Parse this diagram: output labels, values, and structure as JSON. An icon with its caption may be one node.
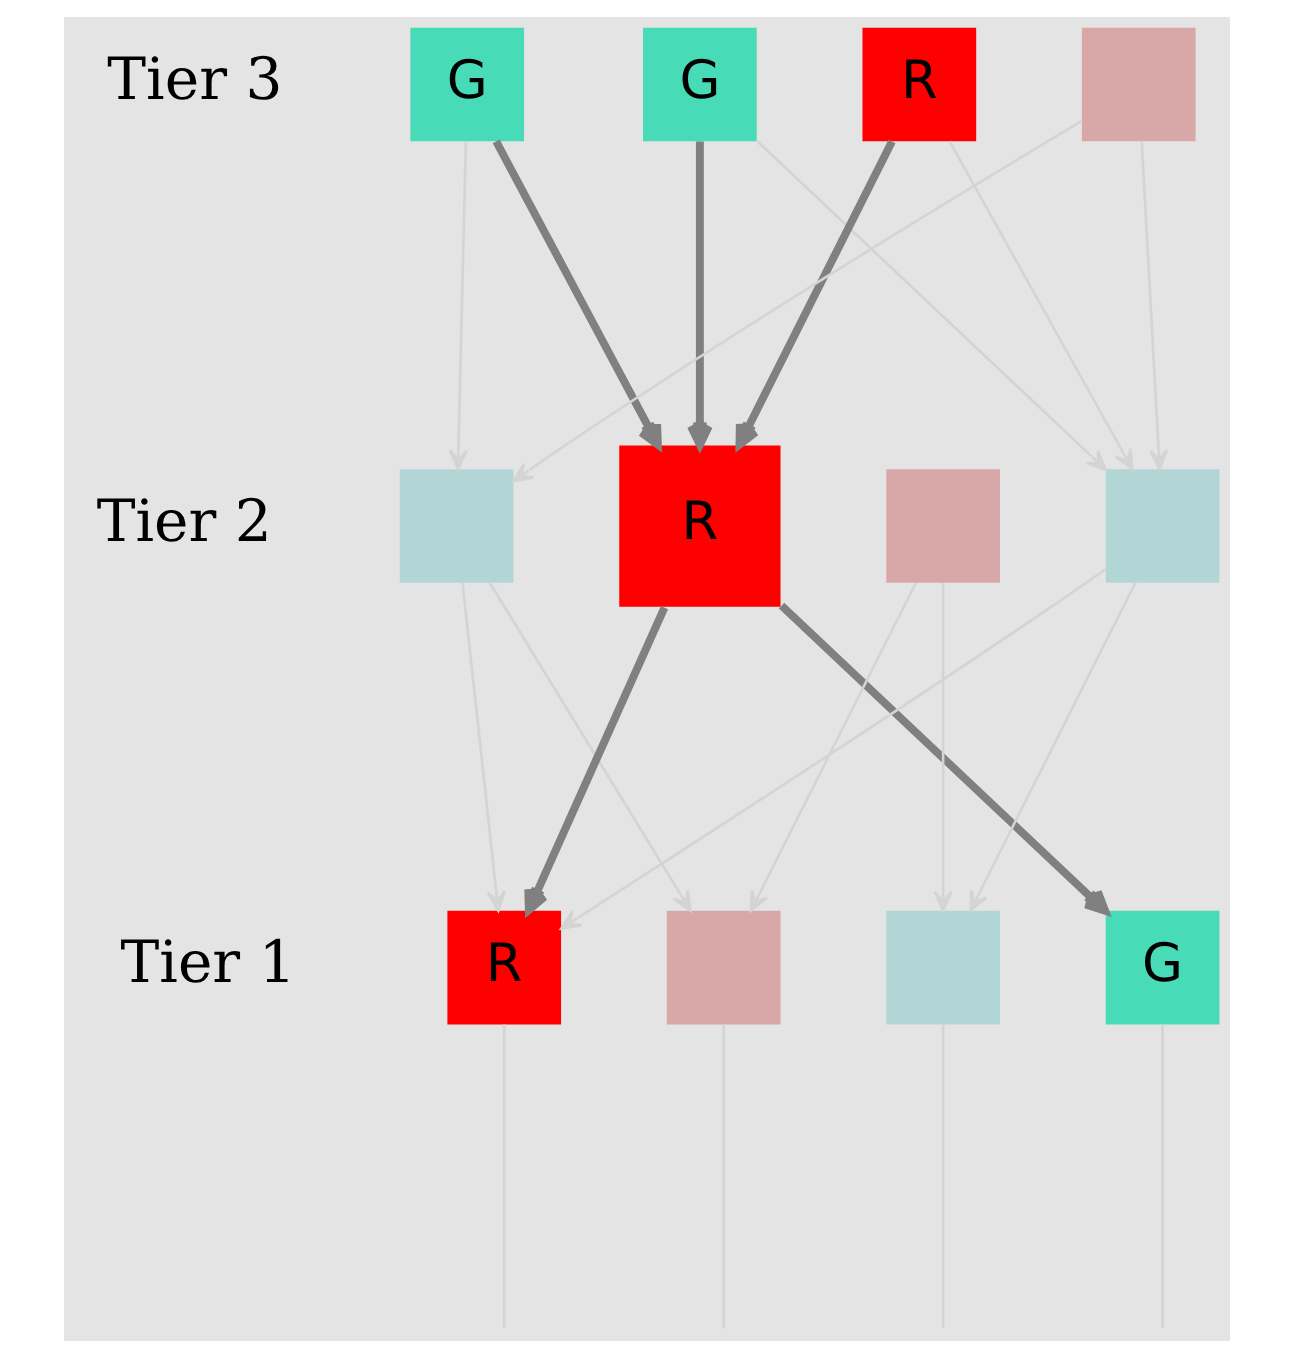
{
  "diagram": {
    "nodes": [
      {
        "text": [
          "G"
        ]
      },
      {
        "text": [
          "G"
        ]
      },
      {
        "text": [
          "R"
        ]
      },
      {
        "text": [],
        "shape": "box"
      },
      {
        "text": [],
        "shape": "box"
      },
      {
        "text": [
          "R"
        ]
      },
      {
        "text": [],
        "shape": "box"
      },
      {
        "text": [],
        "shape": "box"
      },
      {
        "text": [
          "R"
        ]
      },
      {
        "text": [],
        "shape": "box"
      },
      {
        "text": [],
        "shape": "box"
      },
      {
        "text": [
          "G"
        ]
      }
    ],
    "edges": [
      {
        "from": 0,
        "to": 5,
        "arrow": "to",
        "style": "thick",
        "color": "#808080"
      },
      {
        "from": 1,
        "to": 5,
        "arrow": "to",
        "style": "thick",
        "color": "#808080"
      },
      {
        "from": 2,
        "to": 5,
        "arrow": "to",
        "style": "thick",
        "color": "#808080"
      },
      {
        "from": 5,
        "to": 8,
        "arrow": "to",
        "style": "thick",
        "color": "#808080"
      },
      {
        "from": 5,
        "to": 11,
        "arrow": "to",
        "style": "thick",
        "color": "#808080"
      },
      {
        "from": 0,
        "to": 4,
        "arrow": "to"
      },
      {
        "from": 1,
        "to": 7,
        "arrow": "to"
      },
      {
        "from": 2,
        "to": 7,
        "arrow": "to"
      },
      {
        "from": 3,
        "to": 4,
        "arrow": "to"
      },
      {
        "from": 3,
        "to": 7,
        "arrow": "to"
      },
      {
        "from": 4,
        "to": 8,
        "arrow": "to"
      },
      {
        "from": 4,
        "to": 9,
        "arrow": "to"
      },
      {
        "from": 6,
        "to": 9,
        "arrow": "to"
      },
      {
        "from": 6,
        "to": 10,
        "arrow": "to"
      },
      {
        "from": 7,
        "to": 8,
        "arrow": "to"
      },
      {
        "from": 7,
        "to": 10,
        "arrow": "to"
      },
      {
        "from": 8,
        "to": null,
        "arrow": "none"
      },
      {
        "from": 9,
        "to": null,
        "arrow": "none"
      },
      {
        "from": 10,
        "to": null,
        "arrow": "none"
      },
      {
        "from": 11,
        "to": null,
        "arrow": "none"
      }
    ],
    "labels": [
      "Tier 3",
      "Tier 2",
      "Tier 1"
    ]
  }
}
